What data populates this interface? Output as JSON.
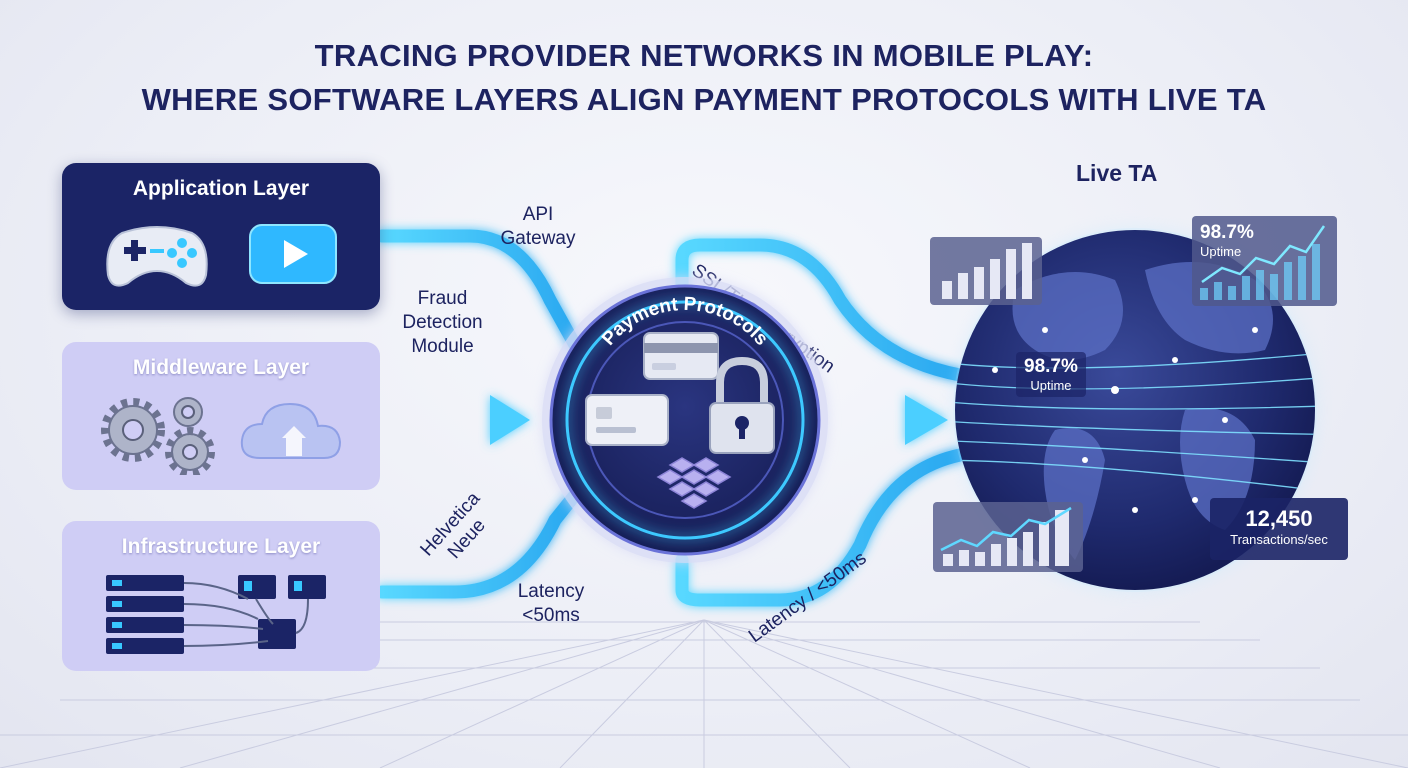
{
  "title": {
    "line1": "TRACING PROVIDER NETWORKS IN MOBILE PLAY:",
    "line2": "WHERE SOFTWARE LAYERS ALIGN PAYMENT PROTOCOLS WITH LIVE TA"
  },
  "layers": {
    "application": "Application Layer",
    "middleware": "Middleware Layer",
    "infrastructure": "Infrastructure Layer"
  },
  "connectors": {
    "api_gateway": "API Gateway",
    "fraud_detection": "Fraud Detection Module",
    "helvetica": "Helvetica Neue",
    "latency_left": "Latency <50ms",
    "ssl": "SSL/TLS Encryption",
    "latency_right": "Latency / <50ms"
  },
  "hub": {
    "title": "Payment Protocols"
  },
  "live": {
    "title": "Live TA",
    "uptime_card": {
      "value": "98.7%",
      "label": "Uptime"
    },
    "uptime_globe": {
      "value": "98.7%",
      "label": "Uptime"
    },
    "transactions": {
      "value": "12,450",
      "label": "Transactions/sec"
    }
  },
  "colors": {
    "navy": "#1b2466",
    "lavender": "#cfcdf5",
    "cyan": "#38c8ff",
    "title": "#1d2360"
  },
  "icons": [
    "gamepad-icon",
    "play-icon",
    "gears-icon",
    "cloud-icon",
    "server-rack-icon",
    "credit-card-icon",
    "lock-icon",
    "cubes-icon",
    "globe-icon"
  ]
}
